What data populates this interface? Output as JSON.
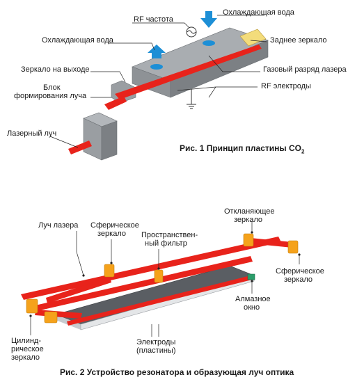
{
  "fig1": {
    "labels": {
      "rf_frequency": "RF частота",
      "cooling_water_right": "Охлаждающая вода",
      "cooling_water_left": "Охлаждающая вода",
      "rear_mirror": "Заднее зеркало",
      "output_mirror": "Зеркало на выходе",
      "gas_discharge": "Газовый разряд лазера",
      "beam_shaping_line1": "Блок",
      "beam_shaping_line2": "формирования луча",
      "rf_electrodes": "RF электроды",
      "laser_beam": "Лазерный луч"
    },
    "caption_main": "Рис. 1 Принцип пластины CO",
    "caption_sub": "2"
  },
  "fig2": {
    "labels": {
      "laser_beam": "Луч лазера",
      "spherical_mirror_left_line1": "Сферическое",
      "spherical_mirror_left_line2": "зеркало",
      "deflecting_mirror_line1": "Откланяющее",
      "deflecting_mirror_line2": "зеркало",
      "spatial_filter_line1": "Пространствен-",
      "spatial_filter_line2": "ный фильтр",
      "spherical_mirror_right_line1": "Сферическое",
      "spherical_mirror_right_line2": "зеркало",
      "diamond_window_line1": "Алмазное",
      "diamond_window_line2": "окно",
      "cylindrical_mirror_line1": "Цилинд-",
      "cylindrical_mirror_line2": "рическое",
      "cylindrical_mirror_line3": "зеркало",
      "electrodes_line1": "Электроды",
      "electrodes_line2": "(пластины)"
    },
    "caption": "Рис. 2 Устройство резонатора и образующая луч оптика"
  },
  "colors": {
    "beam": "#e8231b",
    "block_top": "#a9adb1",
    "block_front": "#8e9296",
    "block_side": "#74787c",
    "mirror_yellow": "#f3dc7b",
    "water_blue": "#1d8fd6",
    "mirror_orange": "#f5a21b",
    "plate": "#55595e"
  }
}
